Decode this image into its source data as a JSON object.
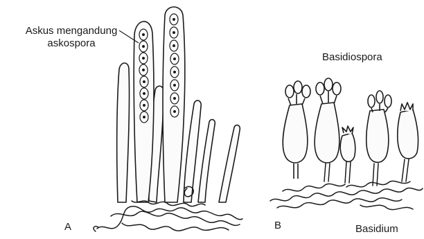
{
  "labels": {
    "askus_line1": "Askus mengandung",
    "askus_line2": "askospora",
    "basidiospora": "Basidiospora",
    "basidium": "Basidium",
    "panel_a": "A",
    "panel_b": "B"
  },
  "colors": {
    "ink": "#1a1a1a",
    "background": "#ffffff"
  }
}
